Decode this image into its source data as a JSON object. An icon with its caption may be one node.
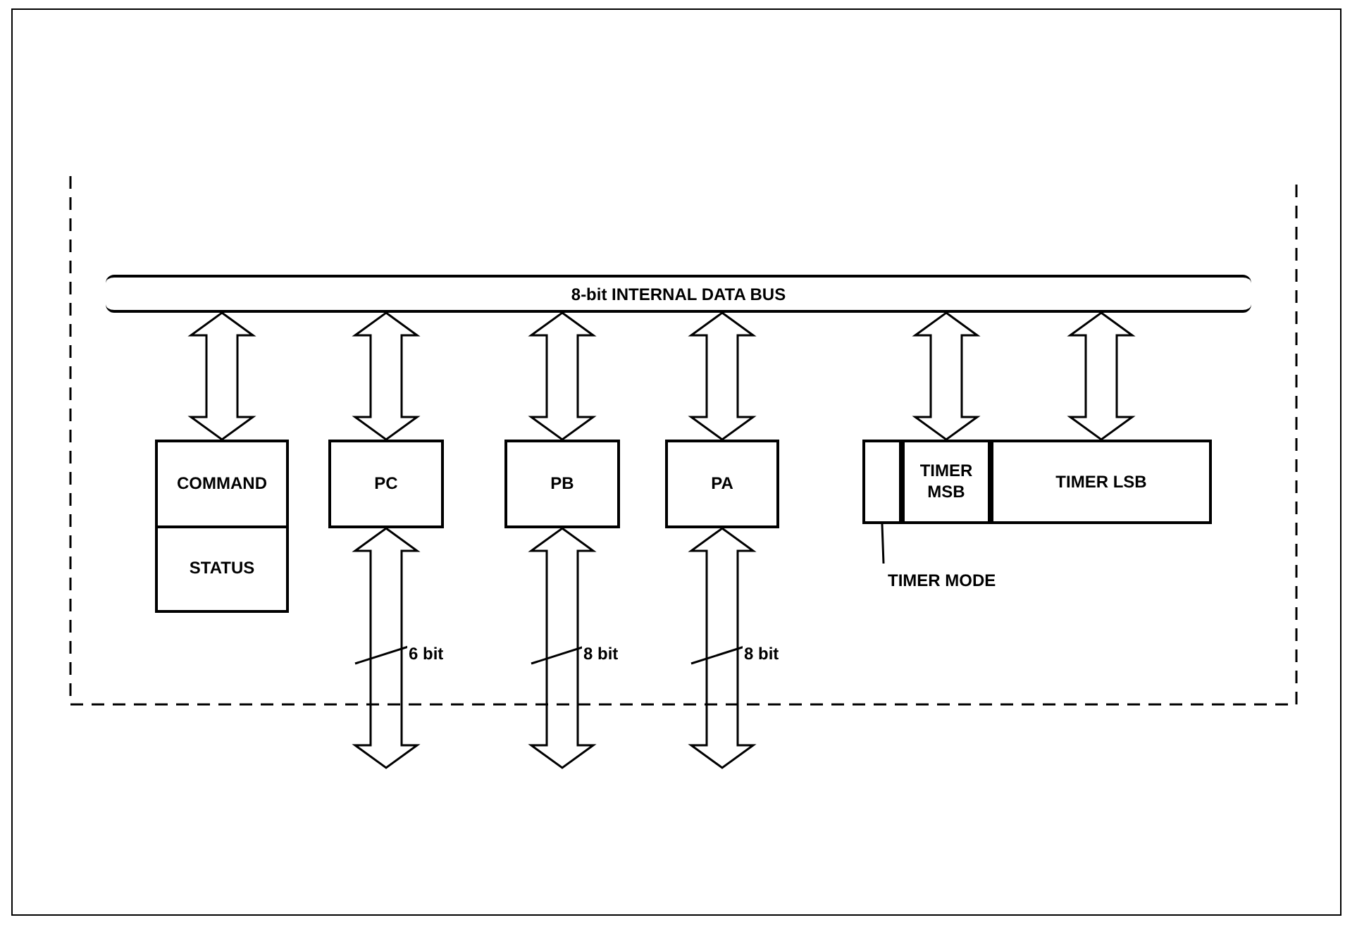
{
  "diagram": {
    "nodes": [
      {
        "text": [],
        "shape": "box"
      },
      {
        "text": [
          "8-bit INTERNAL DATA BUS"
        ],
        "in": 0
      },
      {
        "text": [
          "COMMAND",
          "STATUS"
        ],
        "in": 0
      },
      {
        "text": [
          "PC"
        ],
        "in": 0
      },
      {
        "text": [
          "PB"
        ],
        "in": 0
      },
      {
        "text": [
          "PA"
        ],
        "in": 0
      },
      {
        "text": [],
        "shape": "box",
        "in": 0
      },
      {
        "text": [
          "TIMER MSB"
        ],
        "in": 0
      },
      {
        "text": [
          "TIMER LSB"
        ],
        "in": 0
      },
      {
        "text": [
          "TIMER MODE"
        ],
        "in": 0
      }
    ],
    "edges": [
      {
        "from": 1,
        "to": 2,
        "arrow": "both"
      },
      {
        "from": 1,
        "to": 3,
        "arrow": "both"
      },
      {
        "from": 1,
        "to": 4,
        "arrow": "both"
      },
      {
        "from": 1,
        "to": 5,
        "arrow": "both"
      },
      {
        "from": 1,
        "to": 7,
        "arrow": "both"
      },
      {
        "from": 1,
        "to": 8,
        "arrow": "both"
      },
      {
        "from": 3,
        "to": null,
        "arrow": "both",
        "label": "6 bit"
      },
      {
        "from": 4,
        "to": null,
        "arrow": "both",
        "label": "8 bit"
      },
      {
        "from": 5,
        "to": null,
        "arrow": "both",
        "label": "8 bit"
      },
      {
        "from": 9,
        "to": 6,
        "arrow": "other"
      }
    ]
  }
}
